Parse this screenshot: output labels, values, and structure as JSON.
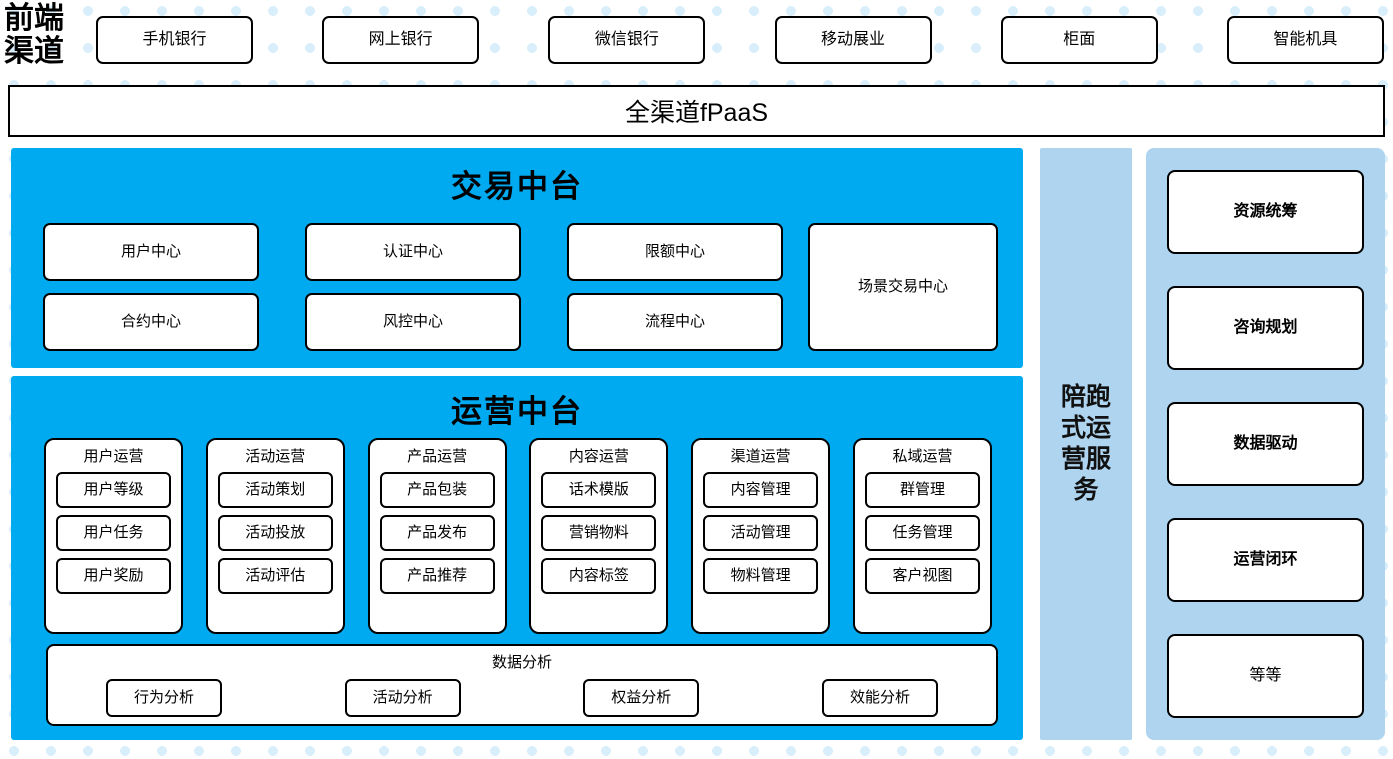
{
  "colors": {
    "platform_blue": "#00AAF0",
    "service_blue": "#AED4EF",
    "dot_blue": "#D9EEFB",
    "node_border": "#000000",
    "node_fill": "#FFFFFF"
  },
  "front_channel": {
    "label": "前端渠道",
    "items": [
      {
        "label": "手机银行"
      },
      {
        "label": "网上银行"
      },
      {
        "label": "微信银行"
      },
      {
        "label": "移动展业"
      },
      {
        "label": "柜面"
      },
      {
        "label": "智能机具"
      }
    ]
  },
  "fpaas": {
    "label": "全渠道fPaaS"
  },
  "transaction_platform": {
    "title": "交易中台",
    "centers": [
      {
        "label": "用户中心"
      },
      {
        "label": "认证中心"
      },
      {
        "label": "限额中心"
      },
      {
        "label": "合约中心"
      },
      {
        "label": "风控中心"
      },
      {
        "label": "流程中心"
      }
    ],
    "scene_center": {
      "label": "场景交易中心"
    }
  },
  "operations_platform": {
    "title": "运营中台",
    "columns": [
      {
        "title": "用户运营",
        "items": [
          {
            "label": "用户等级"
          },
          {
            "label": "用户任务"
          },
          {
            "label": "用户奖励"
          }
        ]
      },
      {
        "title": "活动运营",
        "items": [
          {
            "label": "活动策划"
          },
          {
            "label": "活动投放"
          },
          {
            "label": "活动评估"
          }
        ]
      },
      {
        "title": "产品运营",
        "items": [
          {
            "label": "产品包装"
          },
          {
            "label": "产品发布"
          },
          {
            "label": "产品推荐"
          }
        ]
      },
      {
        "title": "内容运营",
        "items": [
          {
            "label": "话术模版"
          },
          {
            "label": "营销物料"
          },
          {
            "label": "内容标签"
          }
        ]
      },
      {
        "title": "渠道运营",
        "items": [
          {
            "label": "内容管理"
          },
          {
            "label": "活动管理"
          },
          {
            "label": "物料管理"
          }
        ]
      },
      {
        "title": "私域运营",
        "items": [
          {
            "label": "群管理"
          },
          {
            "label": "任务管理"
          },
          {
            "label": "客户视图"
          }
        ]
      }
    ],
    "data_analysis": {
      "title": "数据分析",
      "items": [
        {
          "label": "行为分析"
        },
        {
          "label": "活动分析"
        },
        {
          "label": "权益分析"
        },
        {
          "label": "效能分析"
        }
      ]
    }
  },
  "companion_service": {
    "label": "陪跑式运营服务"
  },
  "services_panel": {
    "items": [
      {
        "label": "资源统筹",
        "bold": true
      },
      {
        "label": "咨询规划",
        "bold": true
      },
      {
        "label": "数据驱动",
        "bold": true
      },
      {
        "label": "运营闭环",
        "bold": true
      },
      {
        "label": "等等",
        "bold": false
      }
    ]
  }
}
